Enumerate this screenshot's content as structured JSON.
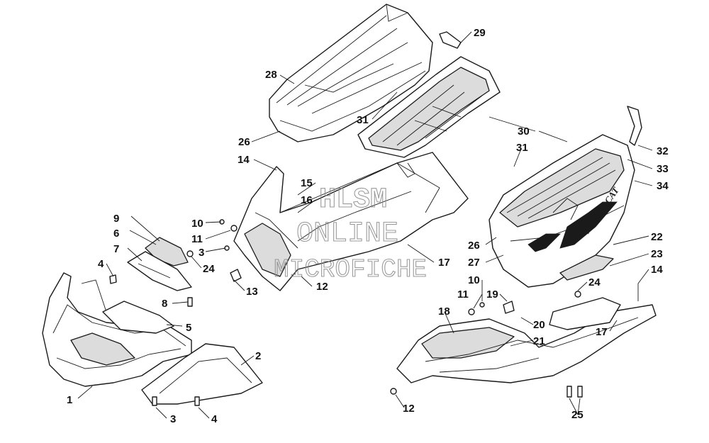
{
  "watermark": {
    "line1": "HLSM",
    "line2": "ONLINE",
    "line3": "MICROFICHE"
  },
  "decal_text": "ARCTIC CAT",
  "callouts": {
    "c1": "1",
    "c2": "2",
    "c3a": "3",
    "c3b": "3",
    "c4a": "4",
    "c4b": "4",
    "c5": "5",
    "c6": "6",
    "c7": "7",
    "c8": "8",
    "c9": "9",
    "c10a": "10",
    "c10b": "10",
    "c11a": "11",
    "c11b": "11",
    "c12a": "12",
    "c12b": "12",
    "c13": "13",
    "c14a": "14",
    "c14b": "14",
    "c15": "15",
    "c16": "16",
    "c17a": "17",
    "c17b": "17",
    "c18": "18",
    "c19": "19",
    "c20": "20",
    "c21": "21",
    "c22": "22",
    "c23": "23",
    "c24a": "24",
    "c24b": "24",
    "c25": "25",
    "c26a": "26",
    "c26b": "26",
    "c27": "27",
    "c28": "28",
    "c29": "29",
    "c30": "30",
    "c31a": "31",
    "c31b": "31",
    "c32": "32",
    "c33": "33",
    "c34": "34"
  },
  "colors": {
    "line": "#1a1a1a",
    "watermark": "#8a8a8a",
    "background": "#ffffff"
  }
}
